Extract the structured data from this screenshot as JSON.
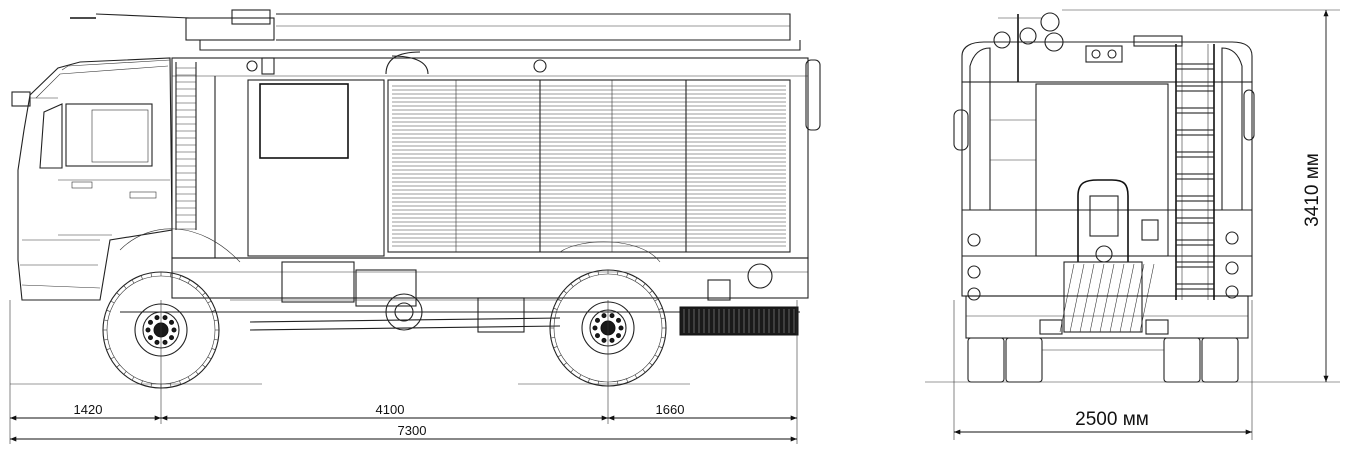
{
  "side_view": {
    "dim_front_overhang": "1420",
    "dim_wheelbase": "4100",
    "dim_rear_overhang": "1660",
    "dim_overall_length": "7300"
  },
  "rear_view": {
    "dim_width": "2500 мм",
    "dim_height": "3410 мм"
  }
}
